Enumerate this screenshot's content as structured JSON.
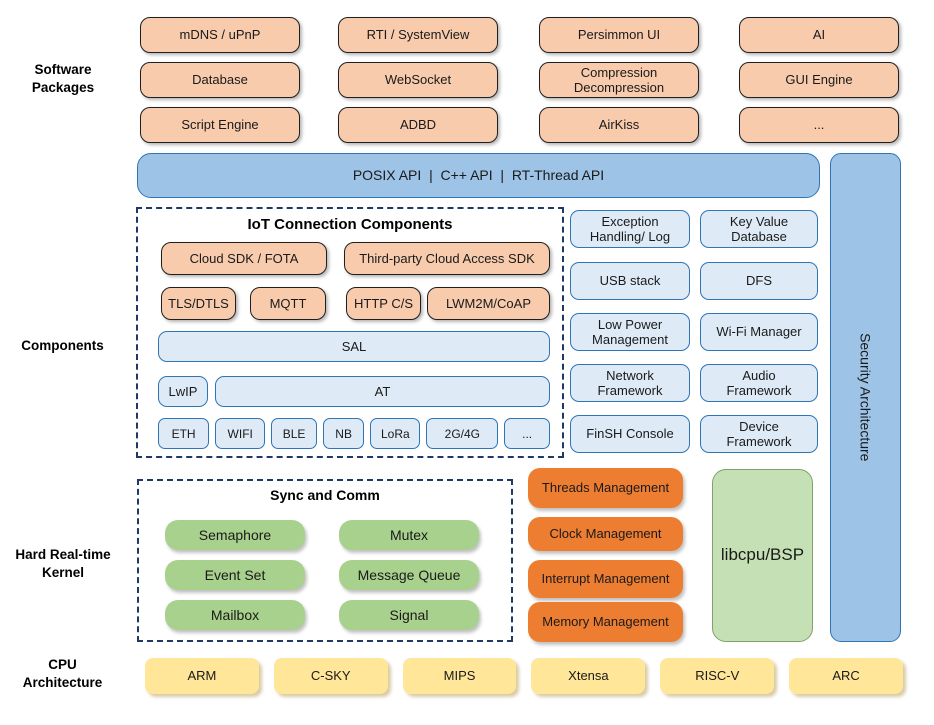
{
  "side_labels": {
    "software_packages": "Software Packages",
    "components": "Components",
    "kernel": "Hard Real-time Kernel",
    "cpu": "CPU Architecture"
  },
  "software_packages": {
    "rows": [
      [
        "mDNS / uPnP",
        "RTI / SystemView",
        "Persimmon UI",
        "AI"
      ],
      [
        "Database",
        "WebSocket",
        "Compression Decompression",
        "GUI Engine"
      ],
      [
        "Script Engine",
        "ADBD",
        "AirKiss",
        "..."
      ]
    ]
  },
  "api_bar": {
    "label": "POSIX API  |  C++ API  |  RT-Thread API"
  },
  "security_bar": {
    "label": "Security Architecture"
  },
  "iot": {
    "title": "IoT Connection Components",
    "cloud_row": [
      "Cloud SDK / FOTA",
      "Third-party Cloud Access SDK"
    ],
    "protocol_row": [
      "TLS/DTLS",
      "MQTT",
      "HTTP C/S",
      "LWM2M/CoAP"
    ],
    "sal": "SAL",
    "lwip": "LwIP",
    "at": "AT",
    "links": [
      "ETH",
      "WIFI",
      "BLE",
      "NB",
      "LoRa",
      "2G/4G",
      "..."
    ]
  },
  "components_grid": {
    "rows": [
      [
        "Exception Handling/ Log",
        "Key Value Database"
      ],
      [
        "USB stack",
        "DFS"
      ],
      [
        "Low Power Management",
        "Wi-Fi Manager"
      ],
      [
        "Network Framework",
        "Audio Framework"
      ],
      [
        "FinSH Console",
        "Device Framework"
      ]
    ]
  },
  "kernel": {
    "sync_title": "Sync and Comm",
    "sync_rows": [
      [
        "Semaphore",
        "Mutex"
      ],
      [
        "Event Set",
        "Message Queue"
      ],
      [
        "Mailbox",
        "Signal"
      ]
    ],
    "management": [
      "Threads Management",
      "Clock Management",
      "Interrupt Management",
      "Memory Management"
    ],
    "libcpu": "libcpu/BSP"
  },
  "cpu_row": {
    "items": [
      "ARM",
      "C-SKY",
      "MIPS",
      "Xtensa",
      "RISC-V",
      "ARC"
    ]
  },
  "palette": {
    "peach_fill": "#F8CBAD",
    "blue_fill": "#9DC3E6",
    "blue_border": "#2E75B6",
    "light_blue_fill": "#DEEBF7",
    "green_fill": "#A9D18E",
    "light_green_fill": "#C5E0B4",
    "orange_fill": "#ED7D31",
    "yellow_fill": "#FFE699",
    "dashed_border": "#1F3864"
  }
}
